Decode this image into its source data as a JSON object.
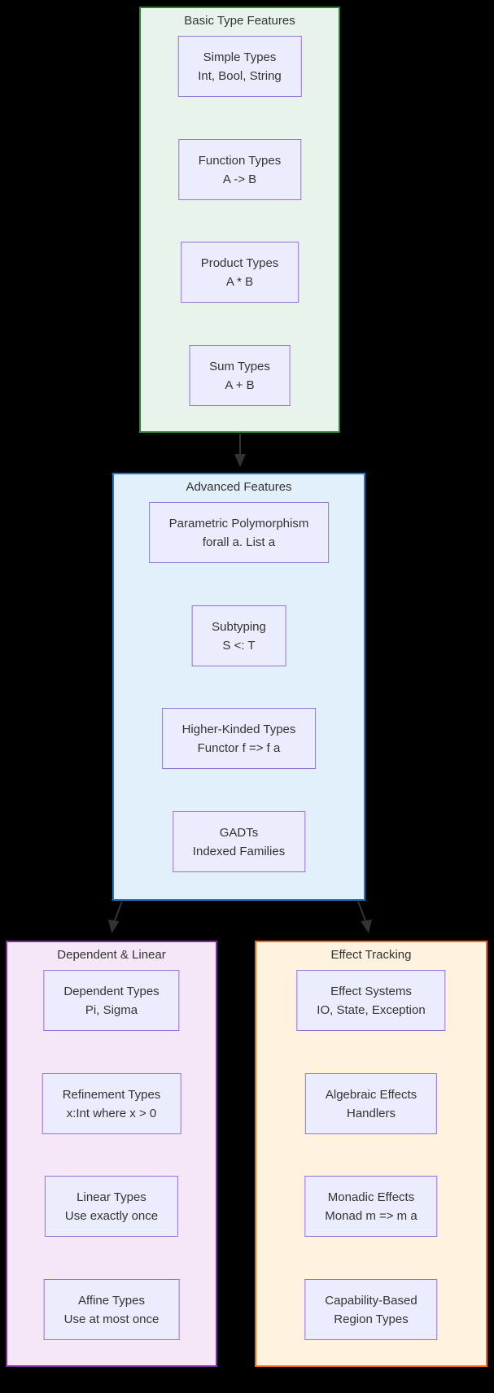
{
  "diagram": {
    "background_color": "#000000",
    "node_style": {
      "fill": "#ececff",
      "border": "#9370db",
      "text_color": "#333333"
    },
    "edge_color": "#333333",
    "groups": [
      {
        "title": "Basic Type Features",
        "fill": "#e8f4eb",
        "border": "#2e7d32",
        "nodes": [
          {
            "label": "Simple Types",
            "detail": "Int, Bool, String"
          },
          {
            "label": "Function Types",
            "detail": "A -> B"
          },
          {
            "label": "Product Types",
            "detail": "A * B"
          },
          {
            "label": "Sum Types",
            "detail": "A + B"
          }
        ]
      },
      {
        "title": "Advanced Features",
        "fill": "#e2f0fc",
        "border": "#1e7ac8",
        "nodes": [
          {
            "label": "Parametric Polymorphism",
            "detail": "forall a. List a"
          },
          {
            "label": "Subtyping",
            "detail": "S <: T"
          },
          {
            "label": "Higher-Kinded Types",
            "detail": "Functor f => f a"
          },
          {
            "label": "GADTs",
            "detail": "Indexed Families"
          }
        ]
      },
      {
        "title": "Dependent & Linear",
        "fill": "#f6e7f8",
        "border": "#7b2d9e",
        "nodes": [
          {
            "label": "Dependent Types",
            "detail": "Pi, Sigma"
          },
          {
            "label": "Refinement Types",
            "detail": "x:Int where x > 0"
          },
          {
            "label": "Linear Types",
            "detail": "Use exactly once"
          },
          {
            "label": "Affine Types",
            "detail": "Use at most once"
          }
        ]
      },
      {
        "title": "Effect Tracking",
        "fill": "#fff2de",
        "border": "#ee6a14",
        "nodes": [
          {
            "label": "Effect Systems",
            "detail": "IO, State, Exception"
          },
          {
            "label": "Algebraic Effects",
            "detail": "Handlers"
          },
          {
            "label": "Monadic Effects",
            "detail": "Monad m => m a"
          },
          {
            "label": "Capability-Based",
            "detail": "Region Types"
          }
        ]
      }
    ],
    "edges": [
      {
        "from": "Basic Type Features",
        "to": "Advanced Features"
      },
      {
        "from": "Advanced Features",
        "to": "Dependent & Linear"
      },
      {
        "from": "Advanced Features",
        "to": "Effect Tracking"
      }
    ]
  }
}
